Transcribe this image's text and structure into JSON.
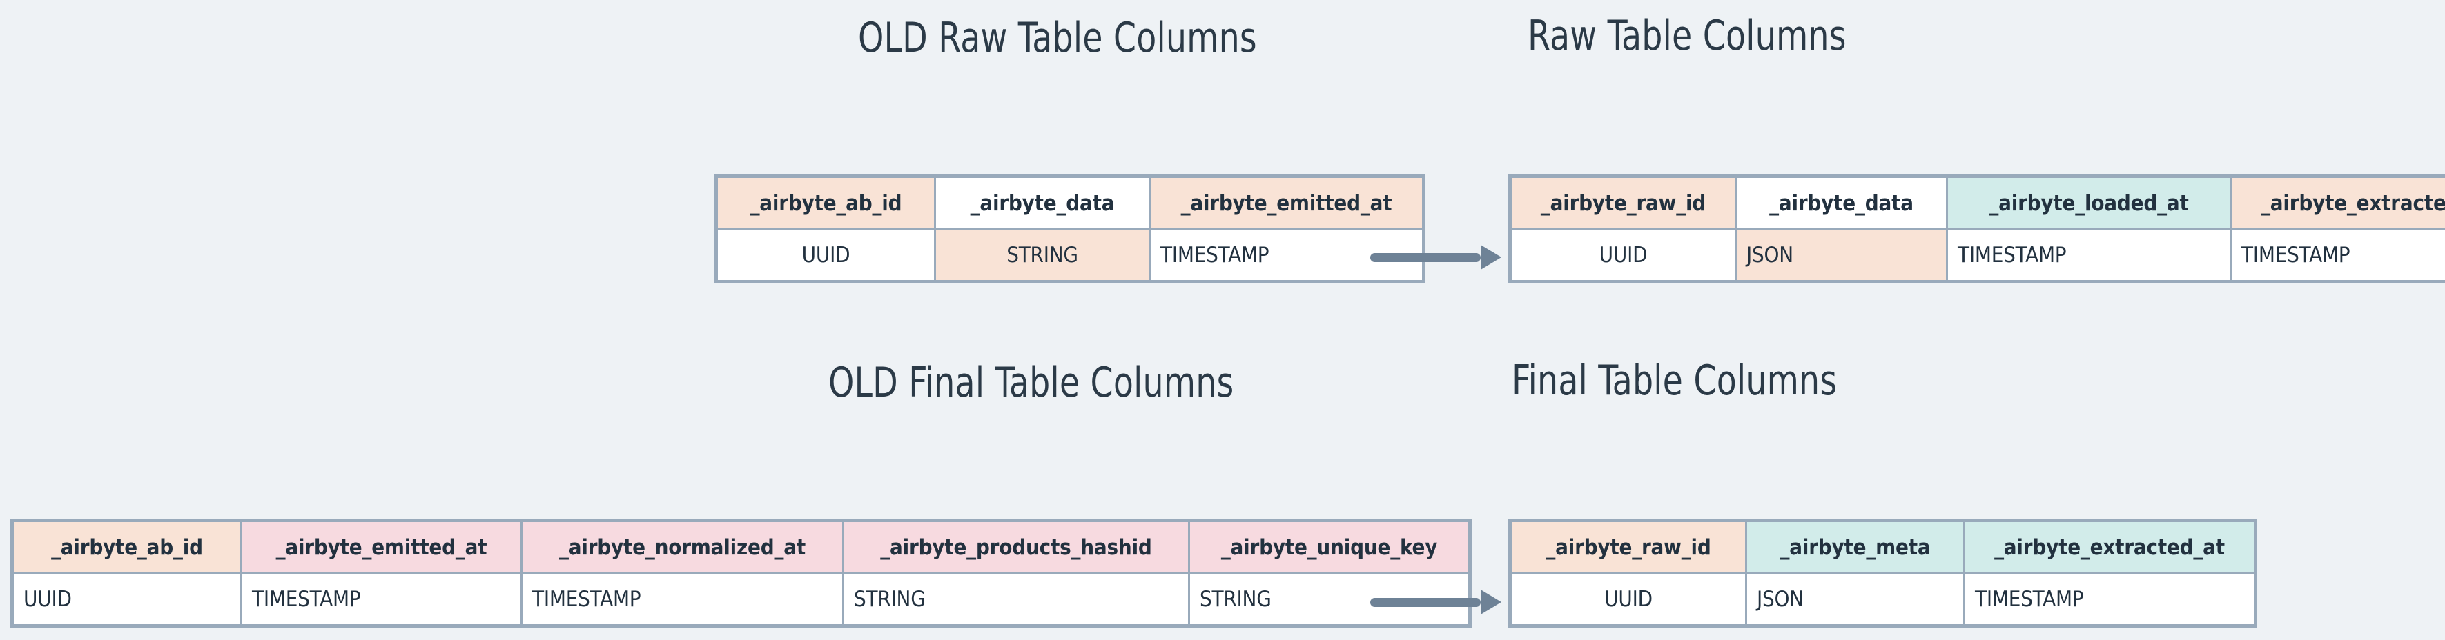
{
  "background_color": "#eef2f5",
  "palette": {
    "peach": "#f9e3d6",
    "pink": "#f7dae0",
    "mint": "#d2ecea",
    "white": "#ffffff",
    "border": "#99aabb",
    "arrow": "#6e8296",
    "text": "#22313f",
    "heading": "#2b3a47"
  },
  "headings": {
    "old_raw": "OLD Raw Table Columns",
    "new_raw": "Raw Table Columns",
    "old_final": "OLD Final Table Columns",
    "new_final": "Final Table Columns"
  },
  "tables": {
    "old_raw": {
      "title": "OLD Raw Table Columns",
      "columns": [
        {
          "name": "_airbyte_ab_id",
          "type": "UUID",
          "header_color": "peach",
          "type_color": "white"
        },
        {
          "name": "_airbyte_data",
          "type": "STRING",
          "header_color": "white",
          "type_color": "peach"
        },
        {
          "name": "_airbyte_emitted_at",
          "type": "TIMESTAMP",
          "header_color": "peach",
          "type_color": "white"
        }
      ]
    },
    "new_raw": {
      "title": "Raw Table Columns",
      "columns": [
        {
          "name": "_airbyte_raw_id",
          "type": "UUID",
          "header_color": "peach",
          "type_color": "white"
        },
        {
          "name": "_airbyte_data",
          "type": "JSON",
          "header_color": "white",
          "type_color": "peach"
        },
        {
          "name": "_airbyte_loaded_at",
          "type": "TIMESTAMP",
          "header_color": "mint",
          "type_color": "white"
        },
        {
          "name": "_airbyte_extracted_at",
          "type": "TIMESTAMP",
          "header_color": "peach",
          "type_color": "white"
        }
      ]
    },
    "old_final": {
      "title": "OLD Final Table Columns",
      "columns": [
        {
          "name": "_airbyte_ab_id",
          "type": "UUID",
          "header_color": "peach",
          "type_color": "white"
        },
        {
          "name": "_airbyte_emitted_at",
          "type": "TIMESTAMP",
          "header_color": "pink",
          "type_color": "white"
        },
        {
          "name": "_airbyte_normalized_at",
          "type": "TIMESTAMP",
          "header_color": "pink",
          "type_color": "white"
        },
        {
          "name": "_airbyte_products_hashid",
          "type": "STRING",
          "header_color": "pink",
          "type_color": "white"
        },
        {
          "name": "_airbyte_unique_key",
          "type": "STRING",
          "header_color": "pink",
          "type_color": "white"
        }
      ]
    },
    "new_final": {
      "title": "Final Table Columns",
      "columns": [
        {
          "name": "_airbyte_raw_id",
          "type": "UUID",
          "header_color": "peach",
          "type_color": "white"
        },
        {
          "name": "_airbyte_meta",
          "type": "JSON",
          "header_color": "mint",
          "type_color": "white"
        },
        {
          "name": "_airbyte_extracted_at",
          "type": "TIMESTAMP",
          "header_color": "mint",
          "type_color": "white"
        }
      ]
    }
  },
  "arrows": [
    {
      "name": "arrow-raw-migration"
    },
    {
      "name": "arrow-final-migration"
    }
  ]
}
